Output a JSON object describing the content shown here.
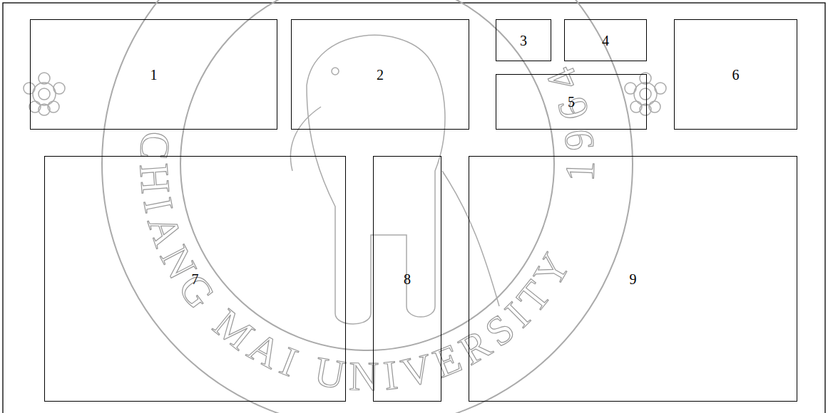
{
  "diagram": {
    "nodes": [
      {
        "text": [
          "1"
        ]
      },
      {
        "text": [
          "2"
        ]
      },
      {
        "text": [
          "3"
        ]
      },
      {
        "text": [
          "4"
        ]
      },
      {
        "text": [
          "5"
        ]
      },
      {
        "text": [
          "6"
        ]
      },
      {
        "text": [
          "7"
        ]
      },
      {
        "text": [
          "8"
        ]
      },
      {
        "text": [
          "9"
        ]
      }
    ],
    "labels": [
      "CHIANG MAI UNIVERSITY",
      "1964"
    ]
  }
}
